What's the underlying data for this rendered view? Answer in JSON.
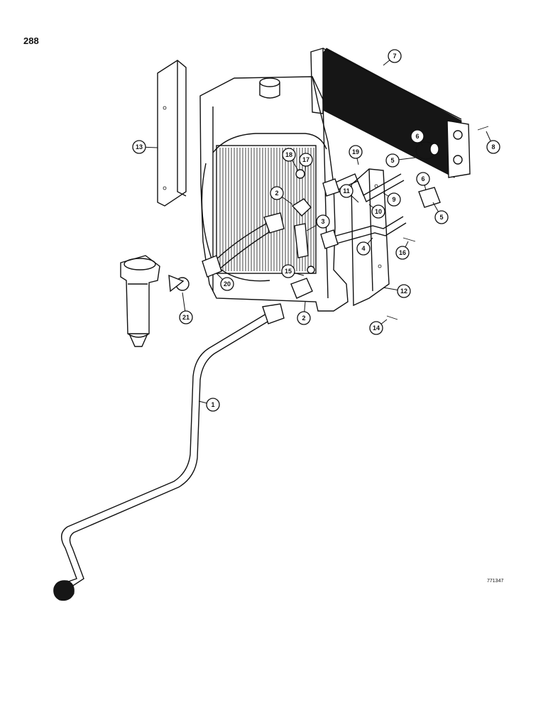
{
  "page_number": "288",
  "drawing_code": "771347",
  "callouts": [
    {
      "label": "1"
    },
    {
      "label": "2"
    },
    {
      "label": "2"
    },
    {
      "label": "3"
    },
    {
      "label": "4"
    },
    {
      "label": "5"
    },
    {
      "label": "5"
    },
    {
      "label": "6"
    },
    {
      "label": "6"
    },
    {
      "label": "7"
    },
    {
      "label": "8"
    },
    {
      "label": "9"
    },
    {
      "label": "10"
    },
    {
      "label": "11"
    },
    {
      "label": "12"
    },
    {
      "label": "13"
    },
    {
      "label": "14"
    },
    {
      "label": "15"
    },
    {
      "label": "16"
    },
    {
      "label": "17"
    },
    {
      "label": "18"
    },
    {
      "label": "19"
    },
    {
      "label": "20"
    },
    {
      "label": "21"
    }
  ]
}
